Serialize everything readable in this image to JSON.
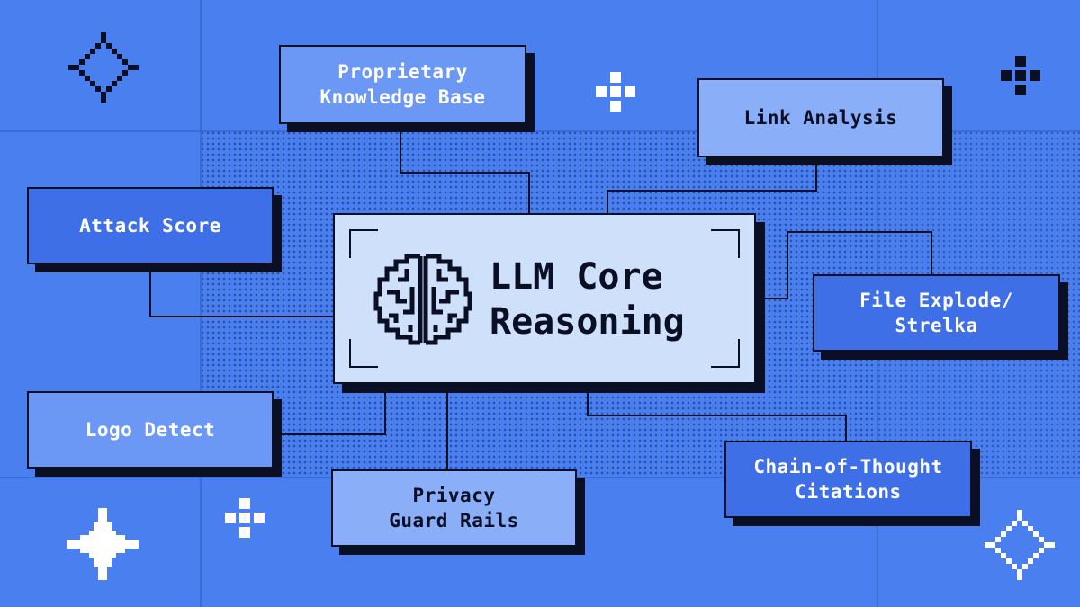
{
  "core": {
    "title": "LLM Core\nReasoning",
    "icon": "brain-icon"
  },
  "nodes": {
    "proprietary_knowledge_base": "Proprietary\nKnowledge Base",
    "link_analysis": "Link Analysis",
    "attack_score": "Attack Score",
    "file_explode": "File Explode/\nStrelka",
    "logo_detect": "Logo Detect",
    "privacy_guard_rails": "Privacy\nGuard Rails",
    "chain_of_thought": "Chain-of-Thought\nCitations"
  },
  "colors": {
    "background": "#4a7ff0",
    "core_fill": "#cfe0fb",
    "node_light": "#8aaef7",
    "node_mid": "#6b97f5",
    "node_dark": "#3f6fe6",
    "outline": "#0a0f24"
  }
}
